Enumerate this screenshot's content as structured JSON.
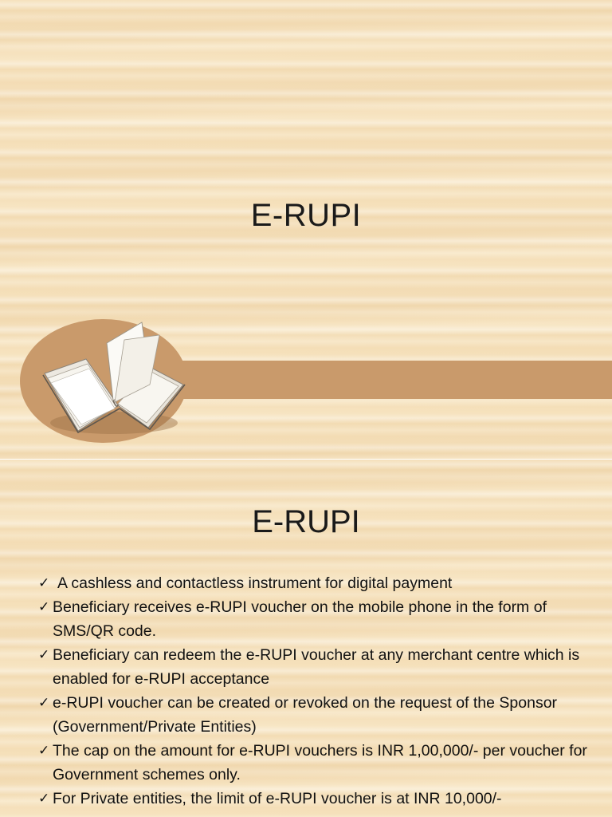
{
  "slide1": {
    "title": "E-RUPI"
  },
  "slide2": {
    "title": "E-RUPI",
    "bullets": [
      "A cashless and contactless instrument for digital payment",
      "Beneficiary receives e-RUPI voucher on the mobile phone in the form of SMS/QR code.",
      "Beneficiary can redeem the e-RUPI voucher at any merchant centre which is enabled for e-RUPI acceptance",
      "e-RUPI voucher can be created or revoked on the request of the Sponsor (Government/Private Entities)",
      "The cap on the amount for e-RUPI vouchers is INR 1,00,000/- per voucher for Government schemes only.",
      "For Private entities, the limit of e-RUPI voucher is at INR 10,000/-"
    ],
    "bullet_icon": "checkmark-icon"
  },
  "colors": {
    "background": "#f6e2bd",
    "accent_band": "#c99a6b",
    "text": "#1a1a1a"
  }
}
